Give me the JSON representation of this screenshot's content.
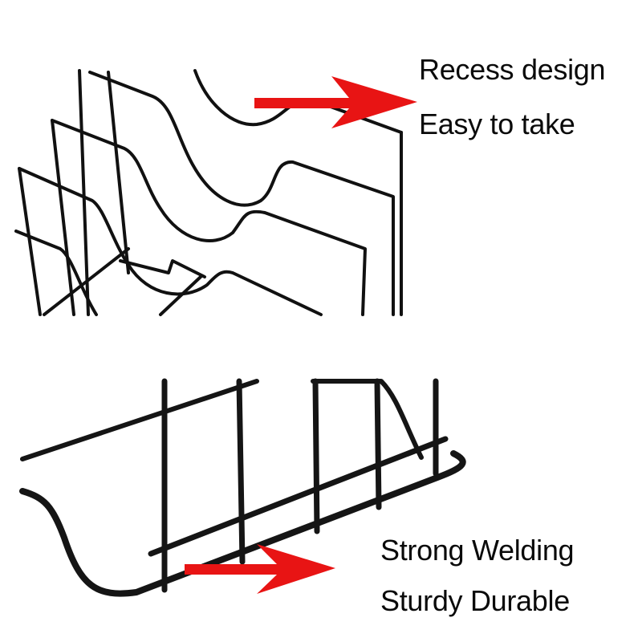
{
  "top_section": {
    "caption_line1": "Recess design",
    "caption_line2": "Easy to take",
    "arrow_color": "#e81414"
  },
  "bottom_section": {
    "caption_line1": "Strong Welding",
    "caption_line2": "Sturdy Durable",
    "arrow_color": "#e81414"
  },
  "colors": {
    "wire": "#111111",
    "background": "#ffffff"
  }
}
